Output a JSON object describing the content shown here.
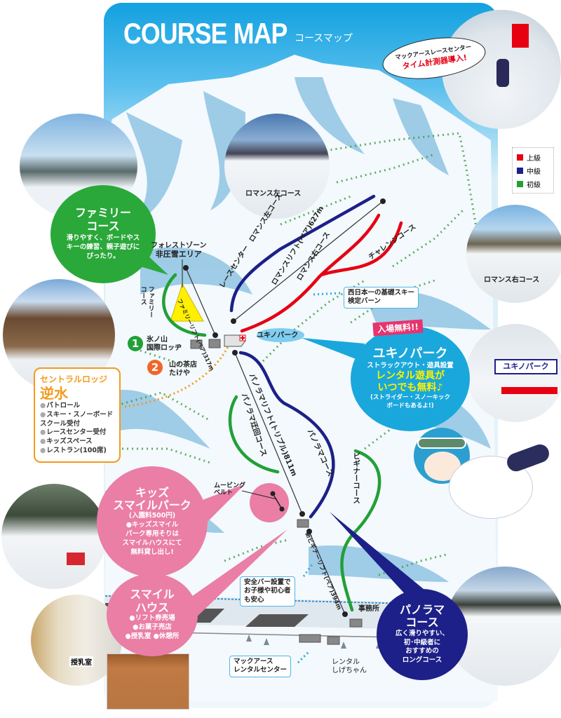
{
  "header": {
    "title": "COURSE MAP",
    "subtitle": "コースマップ"
  },
  "race_bubble": {
    "line1": "マックアースレースセンター",
    "line2": "タイム計測器導入!"
  },
  "legend": {
    "items": [
      {
        "label": "上級",
        "color": "#e60012"
      },
      {
        "label": "中級",
        "color": "#1d2088"
      },
      {
        "label": "初級",
        "color": "#22a038"
      }
    ]
  },
  "photos": {
    "romance_left": "ロマンス左コース",
    "romance_right": "ロマンス右コース",
    "nursing_room": "授乳室"
  },
  "family_bubble": {
    "title": "ファミリーコース",
    "title1": "ファミリー",
    "title2": "コース",
    "desc": "滑りやすく、ボードやスキーの練習、親子遊びにぴったり。",
    "color": "#2aa83a"
  },
  "central_lodge": {
    "subtitle": "セントラルロッジ",
    "name": "逆水",
    "items": [
      "パトロール",
      "スキー・スノーボードスクール受付",
      "レースセンター受付",
      "キッズスペース",
      "レストラン(100席)"
    ]
  },
  "yukino_park": {
    "badge": "入場無料!!",
    "title": "ユキノパーク",
    "line1": "ストラックアウト・遊具設置",
    "highlight1": "レンタル遊具が",
    "highlight2": "いつでも無料♪",
    "note1": "(ストライダー・スノーキック",
    "note2": "ボードもあるよ!)",
    "color": "#1aa7dc"
  },
  "kids_park": {
    "title1": "キッズ",
    "title2": "スマイルパーク",
    "fee": "(入園料500円)",
    "desc1": "●キッズスマイル",
    "desc2": "パーク専用そりは",
    "desc3": "スマイルハウスにて",
    "desc4": "無料貸し出し!",
    "color": "#ea7ea5"
  },
  "smile_house": {
    "title1": "スマイル",
    "title2": "ハウス",
    "items1": "●リフト券売場",
    "items2": "●お菓子売店",
    "items3": "●授乳室 ●休憩所"
  },
  "panorama_bubble": {
    "title1": "パノラマ",
    "title2": "コース",
    "desc1": "広く滑りやすい、",
    "desc2": "初･中級者に",
    "desc3": "おすすめの",
    "desc4": "ロングコース",
    "color": "#1d2088"
  },
  "map_labels": {
    "forest_zone1": "フォレストゾーン",
    "forest_zone2": "非圧雪エリア",
    "family_course": "ファミリーコース",
    "family_lift": "ファミリーリフト(ペア)317m",
    "romance_left_course": "ロマンス左コース",
    "romance_lift": "ロマンスリフト(ペア)627m",
    "romance_right_course": "ロマンス右コース",
    "race_center": "レースセンター",
    "challenge_course": "チャレンジコース",
    "base_burn1": "西日本一の基礎スキー",
    "base_burn2": "検定バーン",
    "yukino_park": "ユキノパーク",
    "lodge1_num": "1",
    "lodge1_1": "氷ノ山",
    "lodge1_2": "国際ロッヂ",
    "lodge2_num": "2",
    "lodge2_1": "山の茶店",
    "lodge2_2": "たけや",
    "panorama_lift": "パノラマリフト(トリプル)811m",
    "panorama_detour": "パノラマ迂回コース",
    "panorama_course": "パノラマコース",
    "beginner_course": "ビギナーコース",
    "moving_belt1": "ムービング",
    "moving_belt2": "ベルト",
    "new_beginner_lift": "新ビギナーリフト(ペア)394m",
    "safety1": "安全バー設置で",
    "safety2": "お子様や初心者",
    "safety3": "も安心",
    "office": "事務所",
    "macearth_rental1": "マックアースレンタルセンター",
    "macearth_rental_l1": "マックアース",
    "macearth_rental_l2": "レンタルセンター",
    "rental_shige1": "レンタル",
    "rental_shige2": "しげちゃん"
  }
}
